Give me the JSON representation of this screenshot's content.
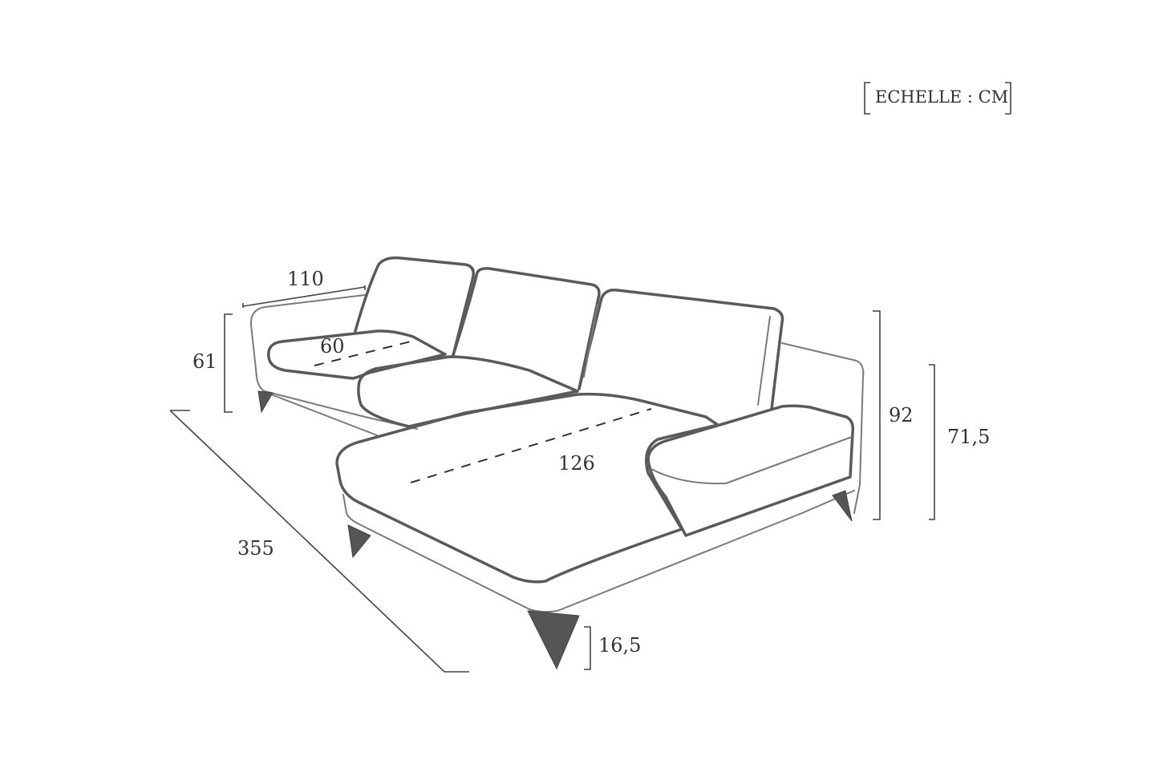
{
  "scale_label": "ECHELLE : CM",
  "dimensions": {
    "depth_left": "110",
    "seat_depth": "60",
    "arm_height": "61",
    "total_length": "355",
    "chaise_length": "126",
    "total_height": "92",
    "backrest_height": "71,5",
    "leg_height": "16,5"
  },
  "colors": {
    "outline": "#5a5a5a",
    "text": "#333333",
    "leg": "#555555"
  }
}
